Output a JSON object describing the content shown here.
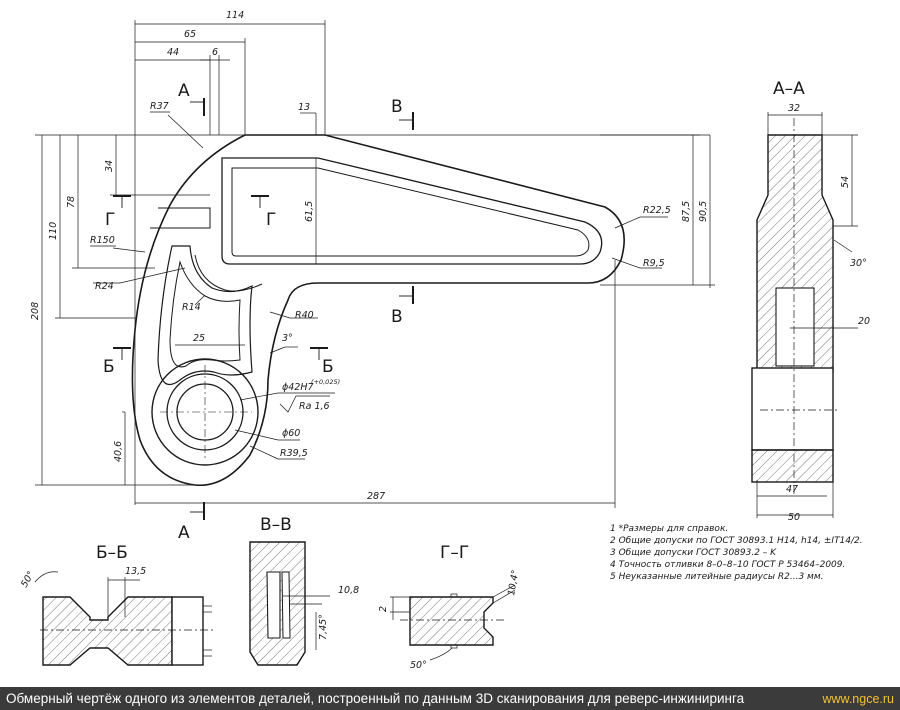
{
  "sections": {
    "aa": "А–А",
    "bb": "Б–Б",
    "vv": "В–В",
    "gg": "Г–Г",
    "a": "А",
    "b": "Б",
    "v": "В",
    "g": "Г"
  },
  "dims": {
    "d114": "114",
    "d65": "65",
    "d44": "44",
    "d6": "6",
    "d13": "13",
    "r37": "R37",
    "d34": "34",
    "d78": "78",
    "d110": "110",
    "d208": "208",
    "d615": "61,5",
    "r150": "R150",
    "r24": "R24",
    "r14": "R14",
    "r40": "R40",
    "d25": "25",
    "a3": "3°",
    "phi42": "ϕ42H7",
    "tol": "(+0,025)",
    "ra": "Ra 1,6",
    "phi60": "ϕ60",
    "r395": "R39,5",
    "d406": "40,6",
    "d287": "287",
    "r225": "R22,5",
    "r95": "R9,5",
    "d875": "87,5",
    "d905": "90,5",
    "aa32": "32",
    "aa54": "54",
    "aa30": "30°",
    "aa20": "20",
    "aa47": "47",
    "aa50": "50",
    "bb135": "13,5",
    "bb50": "50°",
    "vv108": "10,8",
    "vv745": "7,45°",
    "gg104": "10,4°",
    "gg2": "2",
    "gg50": "50°"
  },
  "notes": [
    "1  *Размеры для справок.",
    "2  Общие допуски по ГОСТ 30893.1  H14,  h14,  ±IT14/2.",
    "3  Общие допуски ГОСТ 30893.2 – K",
    "4  Точность отливки 8–0–8–10 ГОСТ Р 53464–2009.",
    "5  Неуказанные литейные радиусы R2...3 мм."
  ],
  "footer": {
    "caption": "Обмерный чертёж одного из элементов деталей, построенный по данным 3D сканирования для реверс-инжиниринга",
    "site": "www.ngce.ru"
  },
  "colors": {
    "line": "#1a1a1a",
    "hatch": "#555555",
    "footer_bg": "#3b3b3b",
    "footer_accent": "#f2c230"
  }
}
